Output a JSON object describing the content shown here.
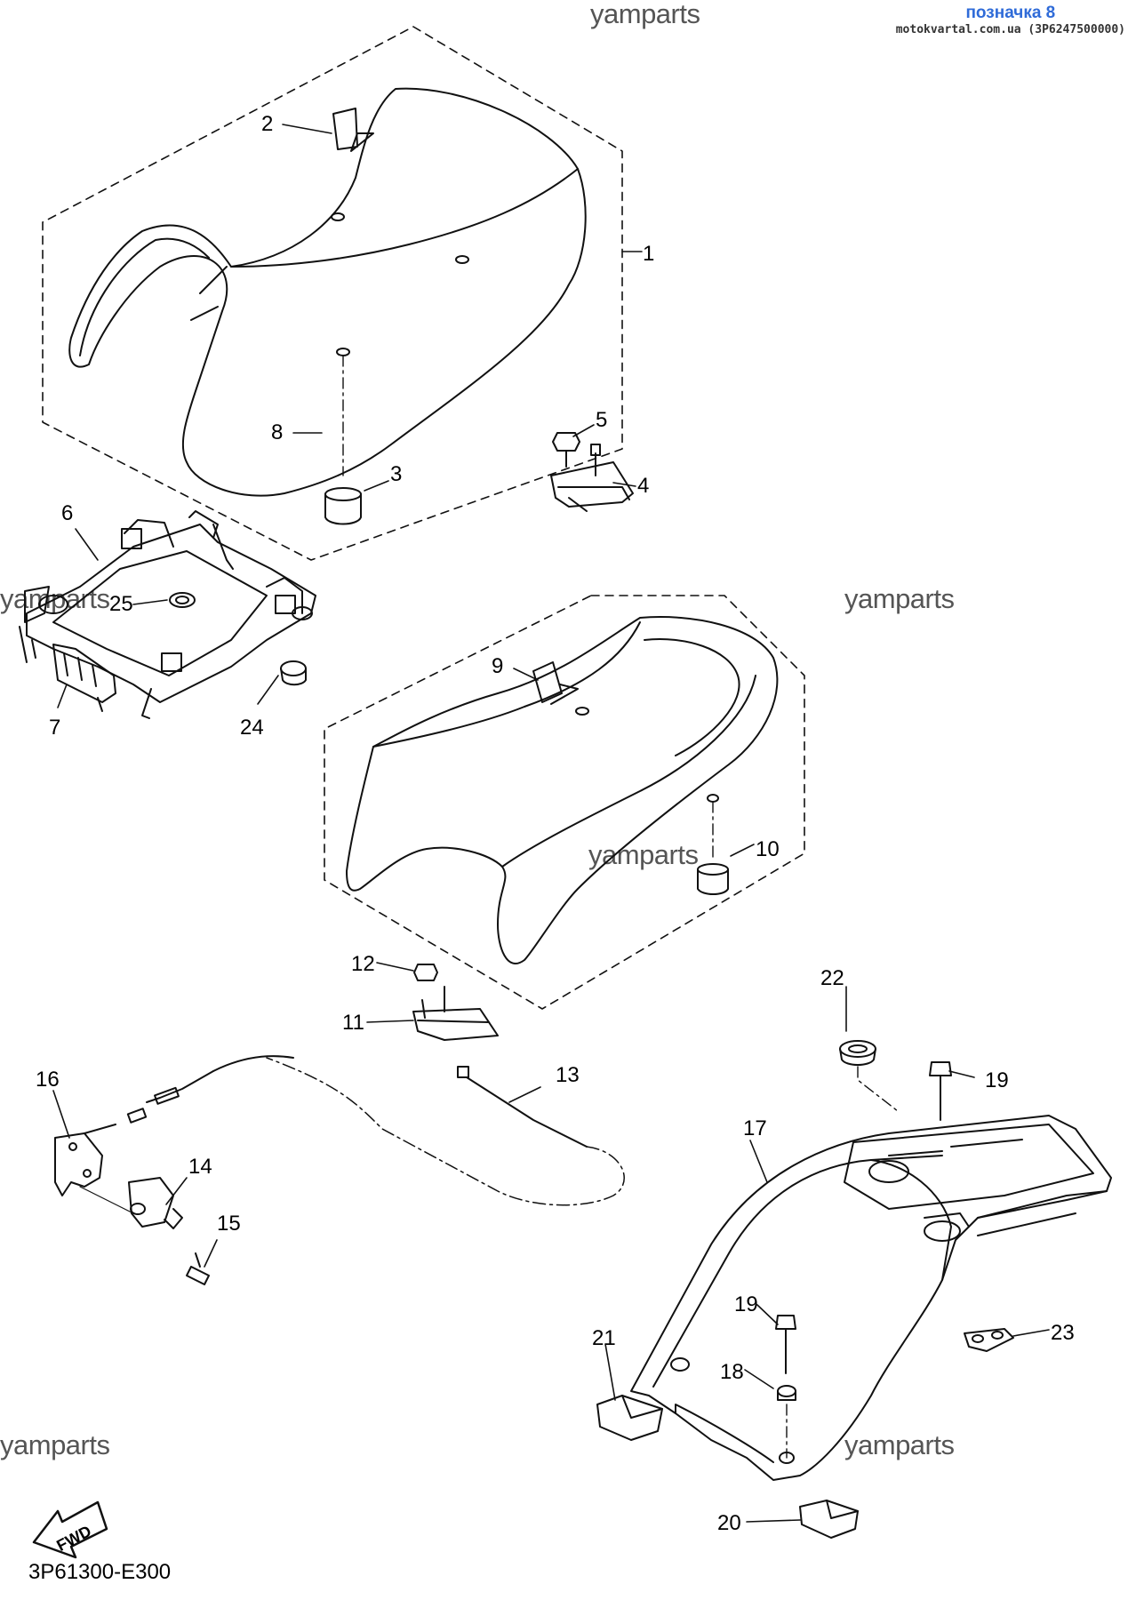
{
  "watermark": "yamparts",
  "header": {
    "label": "позначка 8",
    "source": "motokvartal.com.ua (3P6247500000)"
  },
  "diagram_code": "3P61300-E300",
  "fwd_label": "FWD",
  "callouts": [
    "1",
    "2",
    "3",
    "4",
    "5",
    "6",
    "7",
    "8",
    "9",
    "10",
    "11",
    "12",
    "13",
    "14",
    "15",
    "16",
    "17",
    "18",
    "19",
    "19",
    "20",
    "21",
    "22",
    "23",
    "24",
    "25"
  ]
}
